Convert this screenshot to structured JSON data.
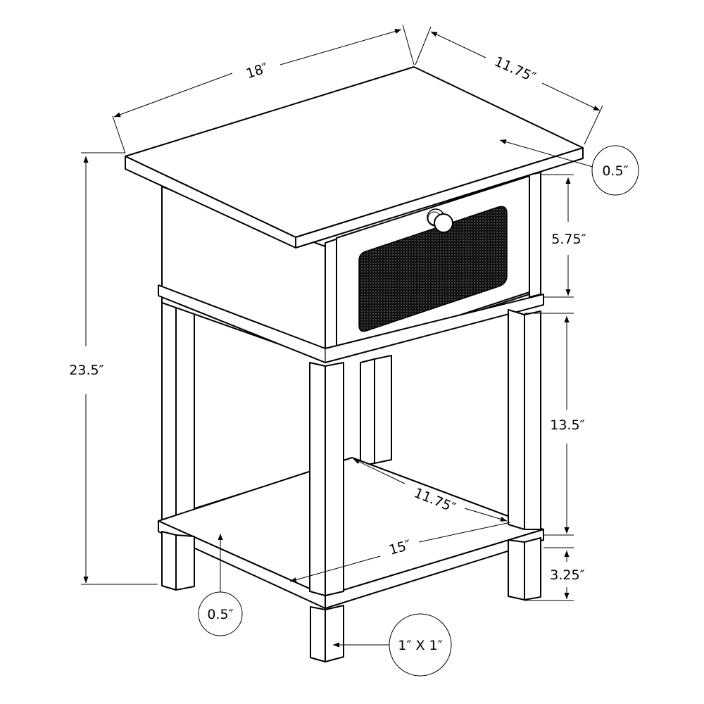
{
  "diagram": {
    "subject": "Accent side table with drawer and lower shelf",
    "units": "inches",
    "colors": {
      "line": "#000000",
      "background": "#ffffff",
      "rattan_panel": "#111111"
    }
  },
  "dimensions": {
    "top_width": "18″",
    "top_depth": "11.75″",
    "top_thickness": "0.5″",
    "overall_height": "23.5″",
    "drawer_height": "5.75″",
    "shelf_clearance": "13.5″",
    "leg_clearance": "3.25″",
    "shelf_depth": "11.75″",
    "shelf_width": "15″",
    "shelf_thickness": "0.5″",
    "leg_size": "1″ X 1″"
  }
}
